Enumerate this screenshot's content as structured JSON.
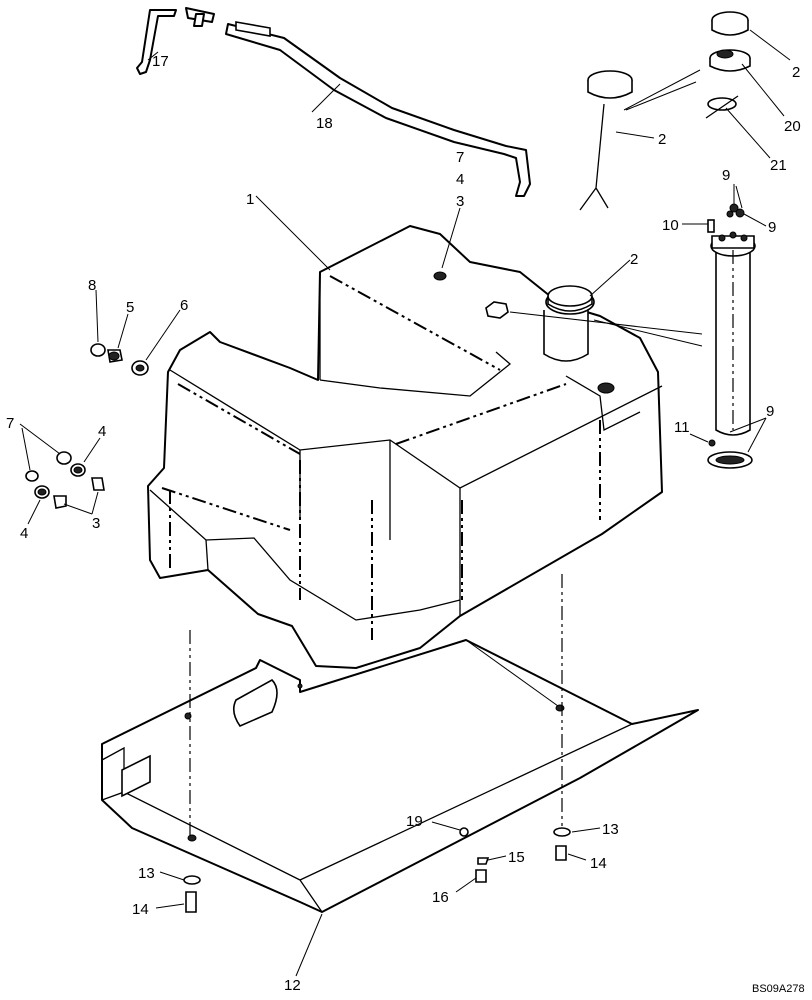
{
  "diagram": {
    "reference_code": "BS09A278",
    "callouts": [
      {
        "id": "c17",
        "text": "17"
      },
      {
        "id": "c18",
        "text": "18"
      },
      {
        "id": "c2a",
        "text": "2"
      },
      {
        "id": "c20",
        "text": "20"
      },
      {
        "id": "c21",
        "text": "21"
      },
      {
        "id": "c2b",
        "text": "2"
      },
      {
        "id": "c7a",
        "text": "7"
      },
      {
        "id": "c4a",
        "text": "4"
      },
      {
        "id": "c3a",
        "text": "3"
      },
      {
        "id": "c1",
        "text": "1"
      },
      {
        "id": "c2c",
        "text": "2"
      },
      {
        "id": "c9a",
        "text": "9"
      },
      {
        "id": "c10",
        "text": "10"
      },
      {
        "id": "c9b",
        "text": "9"
      },
      {
        "id": "c8",
        "text": "8"
      },
      {
        "id": "c5",
        "text": "5"
      },
      {
        "id": "c6",
        "text": "6"
      },
      {
        "id": "c7b",
        "text": "7"
      },
      {
        "id": "c4b",
        "text": "4"
      },
      {
        "id": "c4c",
        "text": "4"
      },
      {
        "id": "c3b",
        "text": "3"
      },
      {
        "id": "c11",
        "text": "11"
      },
      {
        "id": "c9c",
        "text": "9"
      },
      {
        "id": "c19",
        "text": "19"
      },
      {
        "id": "c13a",
        "text": "13"
      },
      {
        "id": "c15",
        "text": "15"
      },
      {
        "id": "c14a",
        "text": "14"
      },
      {
        "id": "c13b",
        "text": "13"
      },
      {
        "id": "c16",
        "text": "16"
      },
      {
        "id": "c14b",
        "text": "14"
      },
      {
        "id": "c12",
        "text": "12"
      }
    ]
  }
}
